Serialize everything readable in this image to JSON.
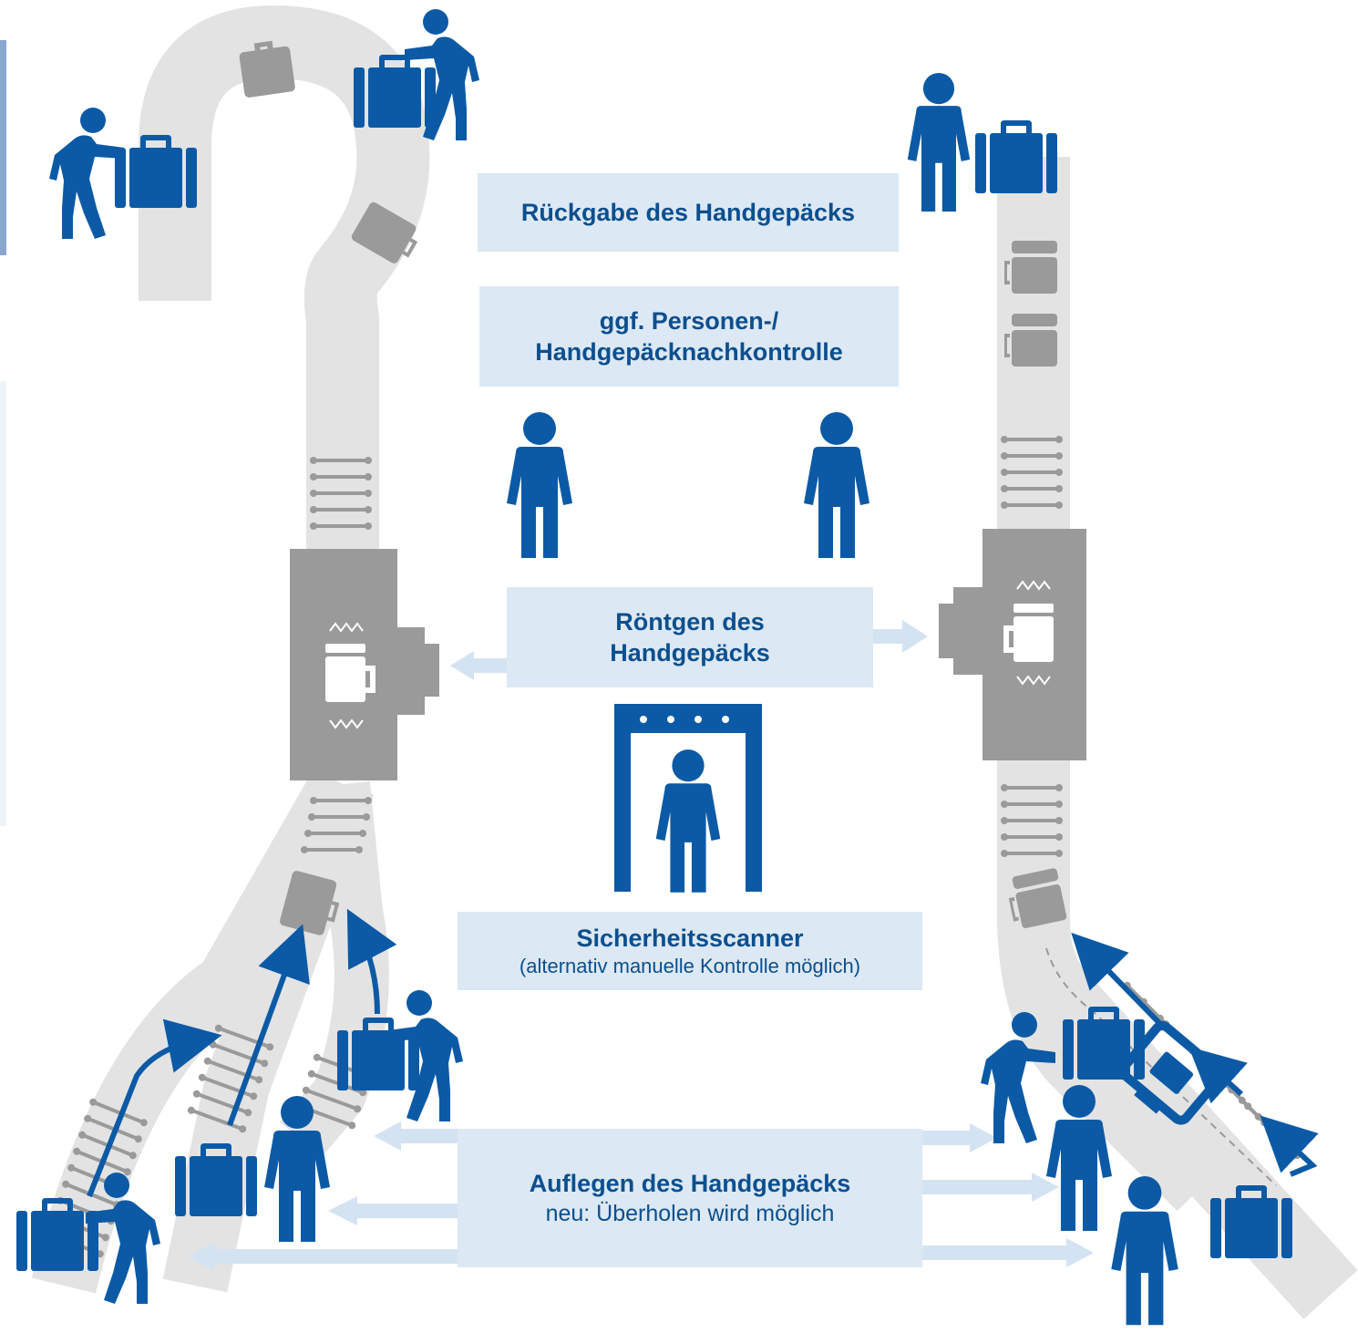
{
  "labels": {
    "return": "Rückgabe des Handgepäcks",
    "recheck_line1": "ggf. Personen-/",
    "recheck_line2": "Handgepäcknachkontrolle",
    "xray_line1": "Röntgen des",
    "xray_line2": "Handgepäcks",
    "scanner_title": "Sicherheitsscanner",
    "scanner_note": "(alternativ manuelle Kontrolle möglich)",
    "loading_title": "Auflegen des Handgepäcks",
    "loading_note": "neu: Überholen wird möglich"
  },
  "colors": {
    "primary": "#0c5aa6",
    "belt": "#e3e3e3",
    "machine": "#9a9a9a",
    "label_bg": "#dce8f3",
    "text": "#0b4f8f",
    "arrow_light": "#d4e3f1"
  },
  "icons": [
    "person-icon",
    "suitcase-icon",
    "body-scanner-icon",
    "xray-machine-icon",
    "conveyor-belt-icon"
  ]
}
